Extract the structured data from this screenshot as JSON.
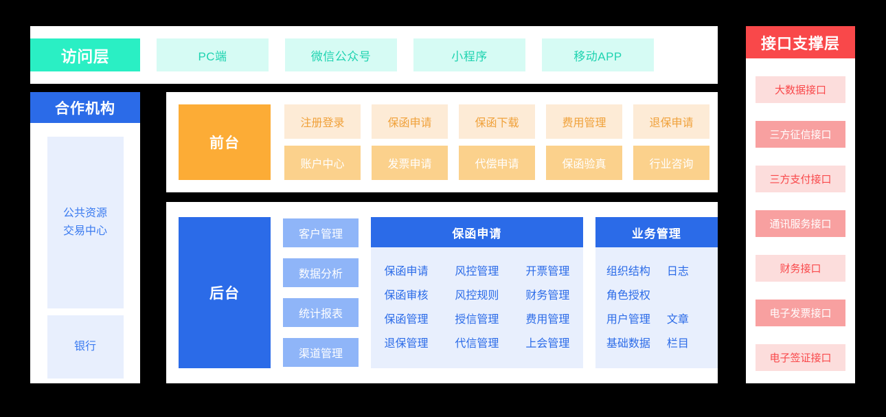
{
  "access_layer": {
    "header": "访问层",
    "items": [
      {
        "label": "PC端"
      },
      {
        "label": "微信公众号"
      },
      {
        "label": "小程序"
      },
      {
        "label": "移动APP"
      }
    ],
    "colors": {
      "header_bg": "#2AEFC4",
      "item_bg": "#D6FBF4",
      "item_text": "#1FD3B0"
    }
  },
  "partner": {
    "header": "合作机构",
    "items": [
      {
        "line1": "公共资源",
        "line2": "交易中心"
      },
      {
        "line1": "银行",
        "line2": ""
      }
    ],
    "colors": {
      "header_bg": "#2B6BE8",
      "item_bg": "#E8EFFD",
      "item_text": "#3B7BF0"
    }
  },
  "frontend": {
    "label": "前台",
    "row1": [
      {
        "label": "注册登录"
      },
      {
        "label": "保函申请"
      },
      {
        "label": "保函下载"
      },
      {
        "label": "费用管理"
      },
      {
        "label": "退保申请"
      }
    ],
    "row2": [
      {
        "label": "账户中心"
      },
      {
        "label": "发票申请"
      },
      {
        "label": "代偿申请"
      },
      {
        "label": "保函验真"
      },
      {
        "label": "行业咨询"
      }
    ],
    "colors": {
      "label_bg": "#FCAC36",
      "row1_bg": "#FDEBD6",
      "row1_text": "#F0A13A",
      "row2_bg": "#FBD18C",
      "row2_text": "#FFFFFF"
    }
  },
  "backend": {
    "label": "后台",
    "side_items": [
      {
        "label": "客户管理"
      },
      {
        "label": "数据分析"
      },
      {
        "label": "统计报表"
      },
      {
        "label": "渠道管理"
      }
    ],
    "panels": [
      {
        "title": "保函申请",
        "cells": [
          "保函申请",
          "风控管理",
          "开票管理",
          "保函审核",
          "风控规则",
          "财务管理",
          "保函管理",
          "授信管理",
          "费用管理",
          "退保管理",
          "代信管理",
          "上会管理"
        ]
      },
      {
        "title": "业务管理",
        "cells": [
          "组织结构",
          "日志",
          "角色授权",
          "",
          "用户管理",
          "文章",
          "基础数据",
          "栏目"
        ]
      }
    ],
    "colors": {
      "label_bg": "#2B6BE8",
      "side_bg": "#8FB5F8",
      "panel_header_bg": "#2B6BE8",
      "panel_body_bg": "#E8EFFD",
      "panel_text": "#2B6BE8"
    }
  },
  "interface_layer": {
    "header": "接口支撑层",
    "items": [
      {
        "label": "大数据接口",
        "style": "light"
      },
      {
        "label": "三方征信接口",
        "style": "dark"
      },
      {
        "label": "三方支付接口",
        "style": "light"
      },
      {
        "label": "通讯服务接口",
        "style": "dark"
      },
      {
        "label": "财务接口",
        "style": "light"
      },
      {
        "label": "电子发票接口",
        "style": "dark"
      },
      {
        "label": "电子签证接口",
        "style": "light"
      }
    ],
    "colors": {
      "header_bg": "#F9484A",
      "light_bg": "#FCDDDC",
      "light_text": "#F9484A",
      "dark_bg": "#F8A0A0",
      "dark_text": "#FFFFFF"
    }
  }
}
